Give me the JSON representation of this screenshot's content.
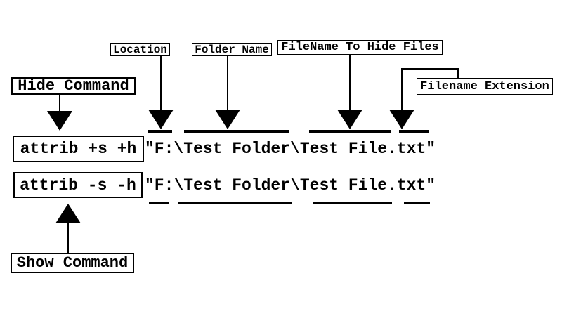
{
  "labels": {
    "location": "Location",
    "folder_name": "Folder Name",
    "filename_to_hide": "FileName To Hide Files",
    "filename_extension": "Filename Extension",
    "hide_command": "Hide Command",
    "show_command": "Show Command"
  },
  "commands": {
    "hide": {
      "text": "attrib +s +h"
    },
    "show": {
      "text": "attrib -s -h"
    },
    "path": "\"F:\\Test Folder\\Test File.txt\""
  },
  "colors": {
    "foreground": "#000000",
    "background": "#ffffff"
  }
}
